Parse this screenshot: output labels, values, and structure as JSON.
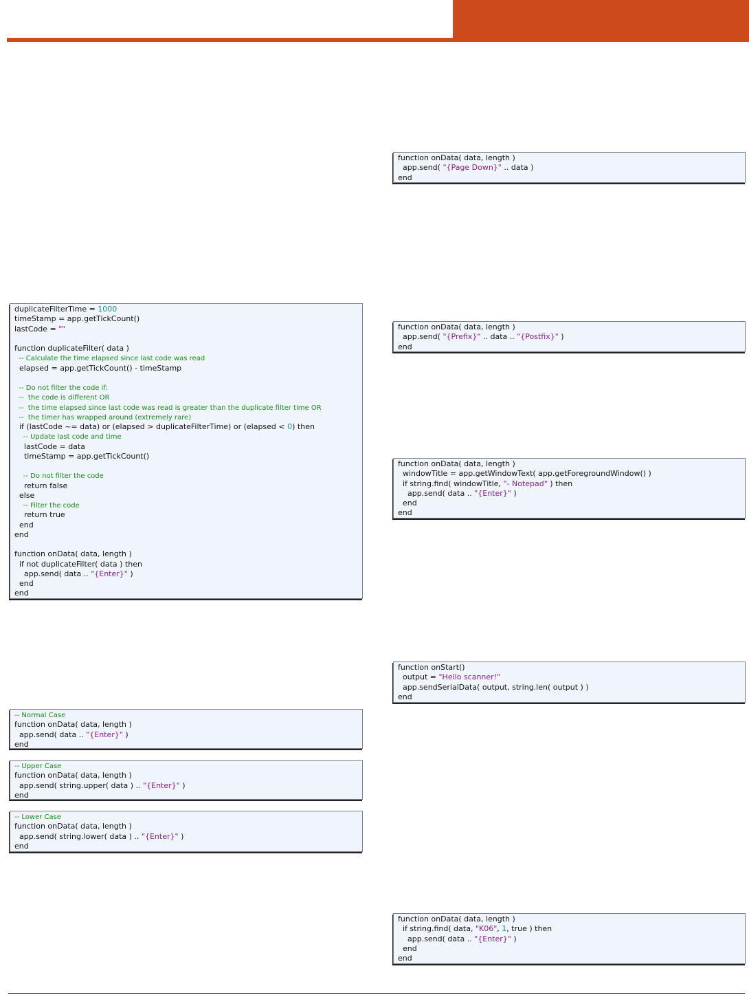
{
  "blocks": [
    {
      "id": "page-down",
      "lines": [
        [
          {
            "t": "function onData( data, length )"
          }
        ],
        [
          {
            "t": "  app.send( "
          },
          {
            "t": "\"{Page Down}\"",
            "c": "s"
          },
          {
            "t": " .. data )"
          }
        ],
        [
          {
            "t": "end"
          }
        ]
      ]
    },
    {
      "id": "prefix-postfix",
      "lines": [
        [
          {
            "t": "function onData( data, length )"
          }
        ],
        [
          {
            "t": "  app.send( "
          },
          {
            "t": "\"{Prefix}\"",
            "c": "s"
          },
          {
            "t": " .. data .. "
          },
          {
            "t": "\"{Postfix}\"",
            "c": "s"
          },
          {
            "t": " )"
          }
        ],
        [
          {
            "t": "end"
          }
        ]
      ]
    },
    {
      "id": "notepad-window",
      "lines": [
        [
          {
            "t": "function onData( data, length )"
          }
        ],
        [
          {
            "t": "  windowTitle = app.getWindowText( app.getForegroundWindow() )"
          }
        ],
        [
          {
            "t": "  if string.find( windowTitle, "
          },
          {
            "t": "\"- Notepad\"",
            "c": "s"
          },
          {
            "t": " ) then"
          }
        ],
        [
          {
            "t": "    app.send( data .. "
          },
          {
            "t": "\"{Enter}\"",
            "c": "s"
          },
          {
            "t": " )"
          }
        ],
        [
          {
            "t": "  end"
          }
        ],
        [
          {
            "t": "end"
          }
        ]
      ]
    },
    {
      "id": "on-start",
      "lines": [
        [
          {
            "t": "function onStart()"
          }
        ],
        [
          {
            "t": "  output = "
          },
          {
            "t": "\"Hello scanner!\"",
            "c": "s"
          }
        ],
        [
          {
            "t": "  app.sendSerialData( output, string.len( output ) )"
          }
        ],
        [
          {
            "t": "end"
          }
        ]
      ]
    },
    {
      "id": "string-find-k06",
      "lines": [
        [
          {
            "t": "function onData( data, length )"
          }
        ],
        [
          {
            "t": "  if string.find( data, "
          },
          {
            "t": "\"K06\"",
            "c": "s"
          },
          {
            "t": ", "
          },
          {
            "t": "1",
            "c": "n"
          },
          {
            "t": ", true ) then"
          }
        ],
        [
          {
            "t": "    app.send( data .. "
          },
          {
            "t": "\"{Enter}\"",
            "c": "s"
          },
          {
            "t": " )"
          }
        ],
        [
          {
            "t": "  end"
          }
        ],
        [
          {
            "t": "end"
          }
        ]
      ]
    },
    {
      "id": "duplicate-filter",
      "lines": [
        [
          {
            "t": "duplicateFilterTime = "
          },
          {
            "t": "1000",
            "c": "n"
          }
        ],
        [
          {
            "t": "timeStamp = app.getTickCount()"
          }
        ],
        [
          {
            "t": "lastCode = "
          },
          {
            "t": "\"\"",
            "c": "s"
          }
        ],
        [
          {
            "t": ""
          }
        ],
        [
          {
            "t": "function duplicateFilter( data )"
          }
        ],
        [
          {
            "t": "  -- Calculate the time elapsed since last code was read",
            "c": "c"
          }
        ],
        [
          {
            "t": "  elapsed = app.getTickCount() - timeStamp"
          }
        ],
        [
          {
            "t": ""
          }
        ],
        [
          {
            "t": "  -- Do not filter the code if:",
            "c": "c"
          }
        ],
        [
          {
            "t": "  --  the code is different OR",
            "c": "c"
          }
        ],
        [
          {
            "t": "  --  the time elapsed since last code was read is greater than the duplicate filter time OR",
            "c": "c"
          }
        ],
        [
          {
            "t": "  --  the timer has wrapped around (extremely rare)",
            "c": "c"
          }
        ],
        [
          {
            "t": "  if (lastCode ~= data) or (elapsed > duplicateFilterTime) or (elapsed < "
          },
          {
            "t": "0",
            "c": "n"
          },
          {
            "t": ") then"
          }
        ],
        [
          {
            "t": "    -- Update last code and time",
            "c": "c"
          }
        ],
        [
          {
            "t": "    lastCode = data"
          }
        ],
        [
          {
            "t": "    timeStamp = app.getTickCount()"
          }
        ],
        [
          {
            "t": ""
          }
        ],
        [
          {
            "t": "    -- Do not filter the code",
            "c": "c"
          }
        ],
        [
          {
            "t": "    return false"
          }
        ],
        [
          {
            "t": "  else"
          }
        ],
        [
          {
            "t": "    -- Filter the code",
            "c": "c"
          }
        ],
        [
          {
            "t": "    return true"
          }
        ],
        [
          {
            "t": "  end"
          }
        ],
        [
          {
            "t": "end"
          }
        ],
        [
          {
            "t": ""
          }
        ],
        [
          {
            "t": "function onData( data, length )"
          }
        ],
        [
          {
            "t": "  if not duplicateFilter( data ) then"
          }
        ],
        [
          {
            "t": "    app.send( data .. "
          },
          {
            "t": "\"{Enter}\"",
            "c": "s"
          },
          {
            "t": " )"
          }
        ],
        [
          {
            "t": "  end"
          }
        ],
        [
          {
            "t": "end"
          }
        ]
      ]
    },
    {
      "id": "normal-case",
      "lines": [
        [
          {
            "t": "-- Normal Case",
            "c": "c"
          }
        ],
        [
          {
            "t": "function onData( data, length )"
          }
        ],
        [
          {
            "t": "  app.send( data .. "
          },
          {
            "t": "\"{Enter}\"",
            "c": "s"
          },
          {
            "t": " )"
          }
        ],
        [
          {
            "t": "end"
          }
        ]
      ]
    },
    {
      "id": "upper-case",
      "lines": [
        [
          {
            "t": "-- Upper Case",
            "c": "c"
          }
        ],
        [
          {
            "t": "function onData( data, length )"
          }
        ],
        [
          {
            "t": "  app.send( string.upper( data ) .. "
          },
          {
            "t": "\"{Enter}\"",
            "c": "s"
          },
          {
            "t": " )"
          }
        ],
        [
          {
            "t": "end"
          }
        ]
      ]
    },
    {
      "id": "lower-case",
      "lines": [
        [
          {
            "t": "-- Lower Case",
            "c": "c"
          }
        ],
        [
          {
            "t": "function onData( data, length )"
          }
        ],
        [
          {
            "t": "  app.send( string.lower( data ) .. "
          },
          {
            "t": "\"{Enter}\"",
            "c": "s"
          },
          {
            "t": " )"
          }
        ],
        [
          {
            "t": "end"
          }
        ]
      ]
    }
  ]
}
